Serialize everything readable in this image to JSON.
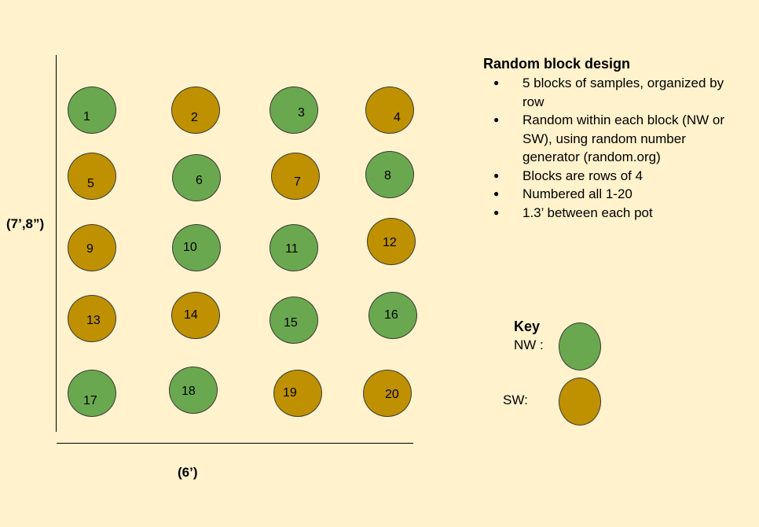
{
  "axes": {
    "height_label": "(7’,8”)",
    "width_label": "(6’)"
  },
  "pots": [
    {
      "number": "1",
      "group": "NW"
    },
    {
      "number": "2",
      "group": "SW"
    },
    {
      "number": "3",
      "group": "NW"
    },
    {
      "number": "4",
      "group": "SW"
    },
    {
      "number": "5",
      "group": "SW"
    },
    {
      "number": "6",
      "group": "NW"
    },
    {
      "number": "7",
      "group": "SW"
    },
    {
      "number": "8",
      "group": "NW"
    },
    {
      "number": "9",
      "group": "SW"
    },
    {
      "number": "10",
      "group": "NW"
    },
    {
      "number": "11",
      "group": "NW"
    },
    {
      "number": "12",
      "group": "SW"
    },
    {
      "number": "13",
      "group": "SW"
    },
    {
      "number": "14",
      "group": "SW"
    },
    {
      "number": "15",
      "group": "NW"
    },
    {
      "number": "16",
      "group": "NW"
    },
    {
      "number": "17",
      "group": "NW"
    },
    {
      "number": "18",
      "group": "NW"
    },
    {
      "number": "19",
      "group": "SW"
    },
    {
      "number": "20",
      "group": "SW"
    }
  ],
  "design": {
    "title": "Random block design",
    "bullets": [
      "5 blocks of samples, organized by row",
      "Random within each block (NW or SW), using random number generator (random.org)",
      "Blocks are rows of 4",
      "Numbered all 1-20",
      "1.3’ between each pot"
    ]
  },
  "key": {
    "title": "Key",
    "nw_label": "NW :",
    "sw_label": "SW:"
  },
  "colors": {
    "background": "#fff2cc",
    "nw": "#6aa84f",
    "sw": "#bf9000"
  }
}
